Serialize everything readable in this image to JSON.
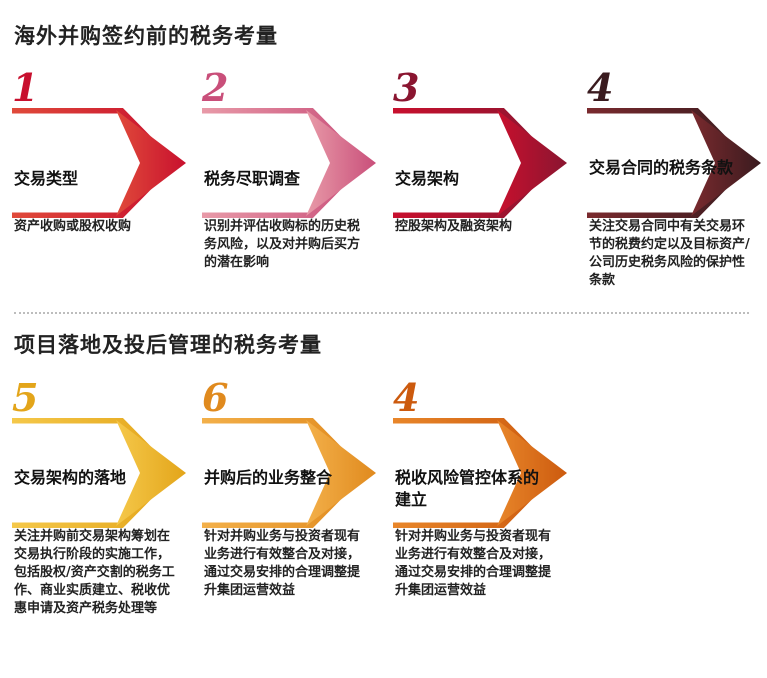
{
  "sections": [
    {
      "title": "海外并购签约前的税务考量",
      "steps": [
        {
          "num": "1",
          "label": "交易类型",
          "color": "#c8102e",
          "light": "#e04a3a",
          "desc": "资产收购或股权收购"
        },
        {
          "num": "2",
          "label": "税务尽职调查",
          "color": "#c94f7a",
          "light": "#e89aa8",
          "desc": "识别并评估收购标的历史税务风险，以及对并购后买方的潜在影响"
        },
        {
          "num": "3",
          "label": "交易架构",
          "color": "#8a1530",
          "light": "#c8102e",
          "desc": "控股架构及融资架构"
        },
        {
          "num": "4",
          "label": "交易合同的税务条款",
          "color": "#3a1b1f",
          "light": "#7a2a2e",
          "desc": "关注交易合同中有关交易环节的税费约定以及目标资产/公司历史税务风险的保护性条款"
        }
      ]
    },
    {
      "title": "项目落地及投后管理的税务考量",
      "steps": [
        {
          "num": "5",
          "label": "交易架构的落地",
          "color": "#e3a51a",
          "light": "#f5c84a",
          "desc": "关注并购前交易架构筹划在交易执行阶段的实施工作，包括股权/资产交割的税务工作、商业实质建立、税收优惠申请及资产税务处理等"
        },
        {
          "num": "6",
          "label": "并购后的业务整合",
          "color": "#e08a1e",
          "light": "#f3b04a",
          "desc": "针对并购业务与投资者现有业务进行有效整合及对接，通过交易安排的合理调整提升集团运营效益"
        },
        {
          "num": "4",
          "label": "税收风险管控体系的建立",
          "color": "#cc5a0e",
          "light": "#e8862a",
          "desc": "针对并购业务与投资者现有业务进行有效整合及对接，通过交易安排的合理调整提升集团运营效益"
        }
      ]
    }
  ]
}
